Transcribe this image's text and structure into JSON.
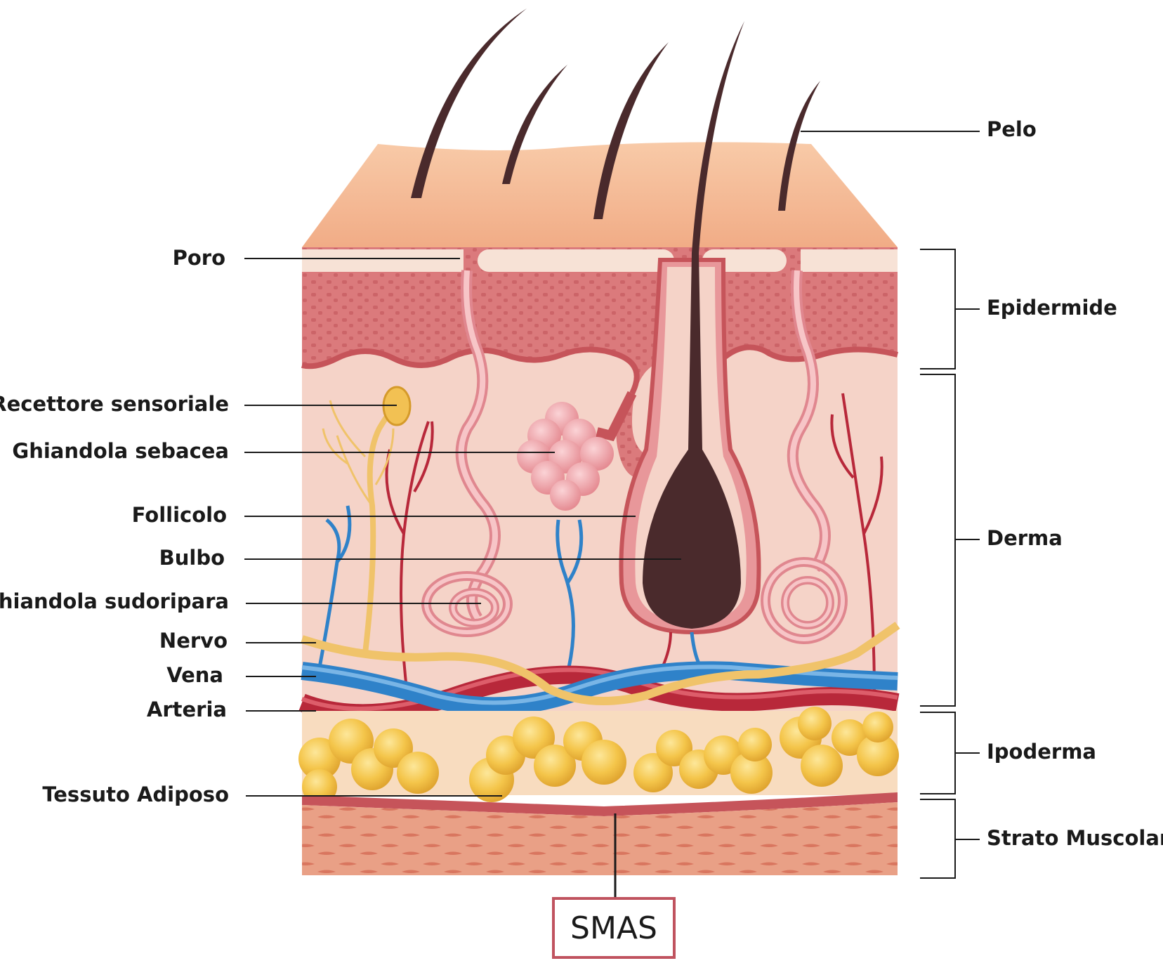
{
  "labels": {
    "left": [
      "Poro",
      "Recettore sensoriale",
      "Ghiandola sebacea",
      "Follicolo",
      "Bulbo",
      "Ghiandola sudoripara",
      "Nervo",
      "Vena",
      "Arteria",
      "Tessuto Adiposo"
    ],
    "right": [
      "Pelo",
      "Epidermide",
      "Derma",
      "Ipoderma",
      "Strato Muscolare"
    ],
    "box": "SMAS"
  },
  "colors": {
    "epidermis_top": "#f5bf9c",
    "epidermis": "#dc7d7f",
    "dermis": "#f5d3c8",
    "hair": "#4a2a2c",
    "vein": "#2f82c9",
    "artery": "#b8283a",
    "nerve": "#f0c36a",
    "fat": "#f4c54a",
    "muscle": "#e6957d",
    "smas_border": "#c0535f"
  }
}
